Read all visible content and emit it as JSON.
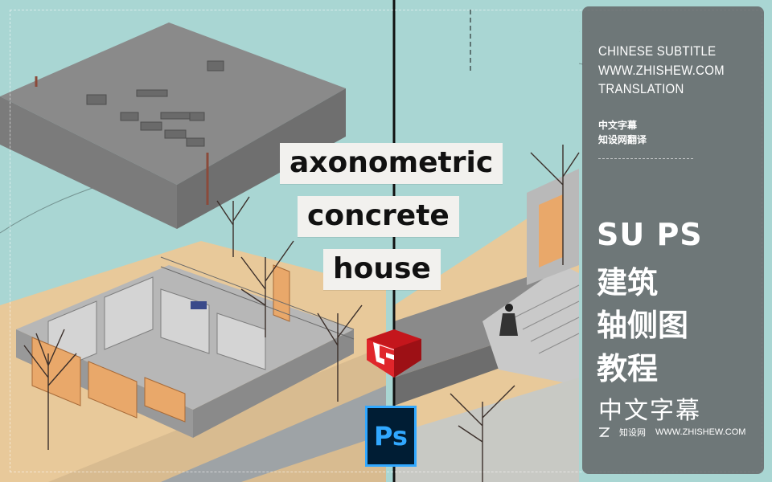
{
  "title": {
    "line1": "axonometric",
    "line2": "concrete",
    "line3": "house"
  },
  "icons": {
    "sketchup": "sketchup-logo-icon",
    "photoshop": "photoshop-logo-icon",
    "photoshop_label": "Ps"
  },
  "panel": {
    "en_lines": [
      "CHINESE SUBTITLE",
      "WWW.ZHISHEW.COM",
      "TRANSLATION"
    ],
    "cn_small": [
      "中文字幕",
      "知设网翻译"
    ],
    "big_lines": [
      "SU PS",
      "建筑",
      "轴侧图",
      "教程"
    ],
    "sub": "中文字幕",
    "footer_name": "知设网",
    "footer_url": "WWW.ZHISHEW.COM"
  },
  "colors": {
    "sky": "#a9d6d3",
    "ground": "#e8c99a",
    "concrete": "#8e8e8e",
    "wood": "#e9a86a",
    "panel": "#5f5f62",
    "ps_blue": "#31a8ff",
    "su_red": "#e0262b"
  }
}
